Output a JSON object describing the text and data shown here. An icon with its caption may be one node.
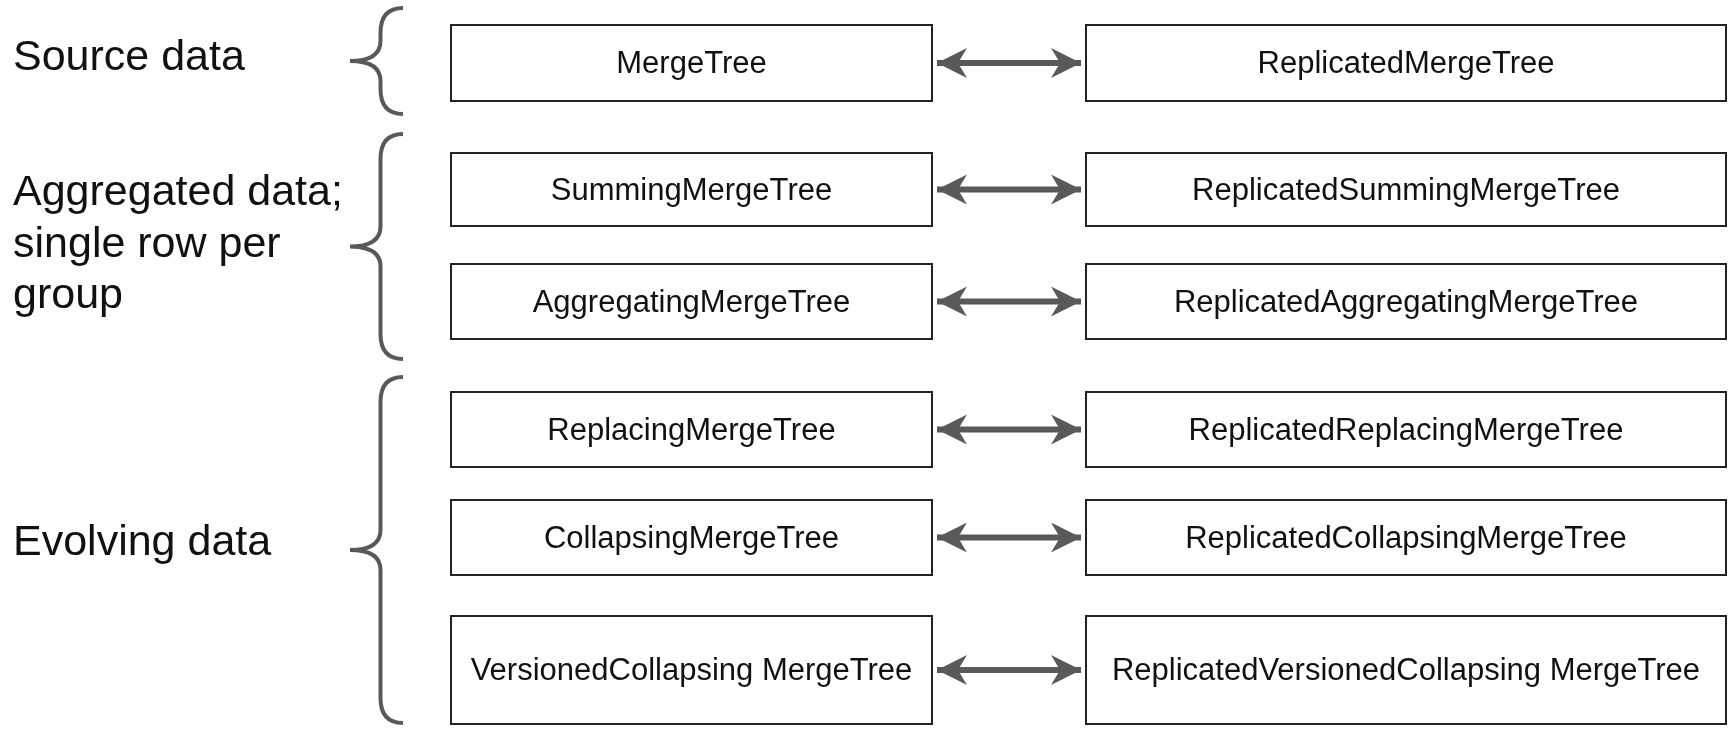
{
  "diagram": {
    "nodes": [
      {
        "text": [
          "MergeTree"
        ]
      },
      {
        "text": [
          "ReplicatedMergeTree"
        ]
      },
      {
        "text": [
          "SummingMergeTree"
        ]
      },
      {
        "text": [
          "ReplicatedSummingMergeTree"
        ]
      },
      {
        "text": [
          "AggregatingMergeTree"
        ]
      },
      {
        "text": [
          "ReplicatedAggregatingMergeTree"
        ]
      },
      {
        "text": [
          "ReplacingMergeTree"
        ]
      },
      {
        "text": [
          "ReplicatedReplacingMergeTree"
        ]
      },
      {
        "text": [
          "CollapsingMergeTree"
        ]
      },
      {
        "text": [
          "ReplicatedCollapsingMergeTree"
        ]
      },
      {
        "text": [
          "VersionedCollapsing MergeTree"
        ]
      },
      {
        "text": [
          "ReplicatedVersionedCollapsing MergeTree"
        ]
      }
    ],
    "edges": [
      {
        "from": 0,
        "to": 1,
        "arrow": "both"
      },
      {
        "from": 2,
        "to": 3,
        "arrow": "both"
      },
      {
        "from": 4,
        "to": 5,
        "arrow": "both"
      },
      {
        "from": 6,
        "to": 7,
        "arrow": "both"
      },
      {
        "from": 8,
        "to": 9,
        "arrow": "both"
      },
      {
        "from": 10,
        "to": 11,
        "arrow": "both"
      }
    ],
    "labels": [
      "Source data",
      "Aggregated data; single row per group",
      "Evolving data"
    ]
  }
}
